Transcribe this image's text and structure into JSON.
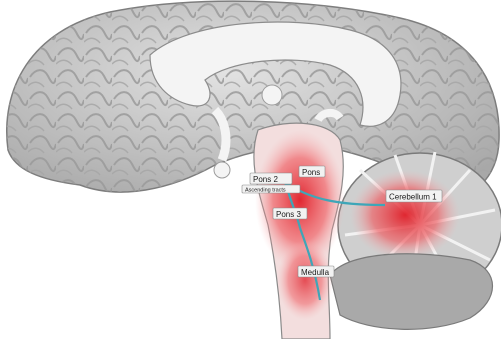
{
  "labels": {
    "pons2": "Pons 2",
    "pons2_sub": "Ascending tracts",
    "pons": "Pons",
    "pons3": "Pons 3",
    "cerebellum": "Cerebellum 1",
    "medulla": "Medulla"
  },
  "colors": {
    "cortex": "#c9c9c9",
    "cortex_dark": "#8f8f8f",
    "highlight": "#e8323a",
    "pathway": "#3ea6b8"
  }
}
